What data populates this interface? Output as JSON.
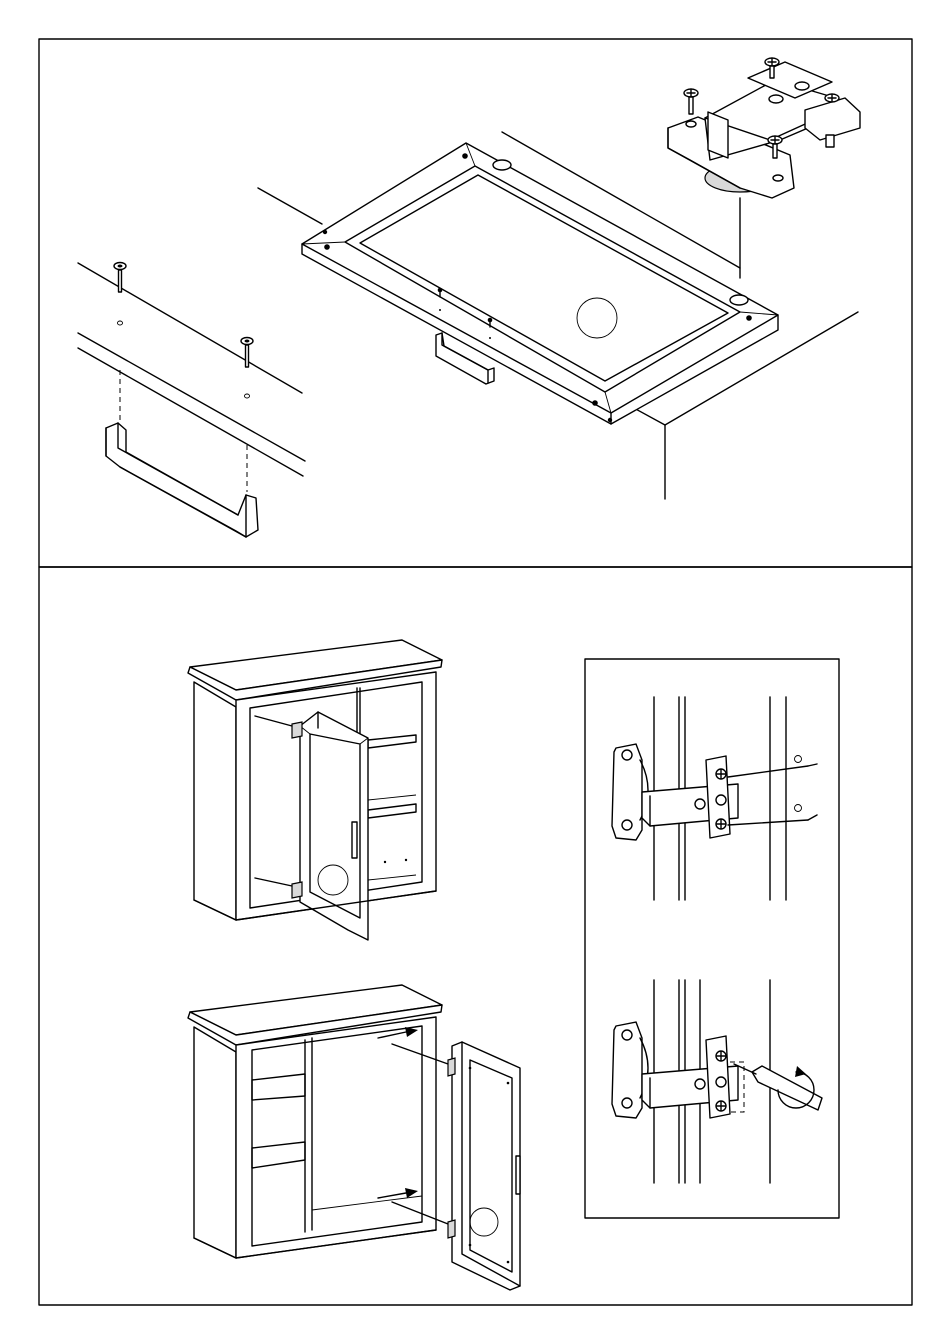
{
  "page": {
    "background": "#ffffff",
    "line_color": "#000000"
  },
  "panels": [
    {
      "id": "top-panel",
      "content": [
        "handle-mounting",
        "door-panel-frame",
        "hinge-detail"
      ]
    },
    {
      "id": "bottom-panel",
      "content": [
        "cabinet-door-open",
        "cabinet-door-removal",
        "hinge-adjustment-inset"
      ]
    }
  ]
}
